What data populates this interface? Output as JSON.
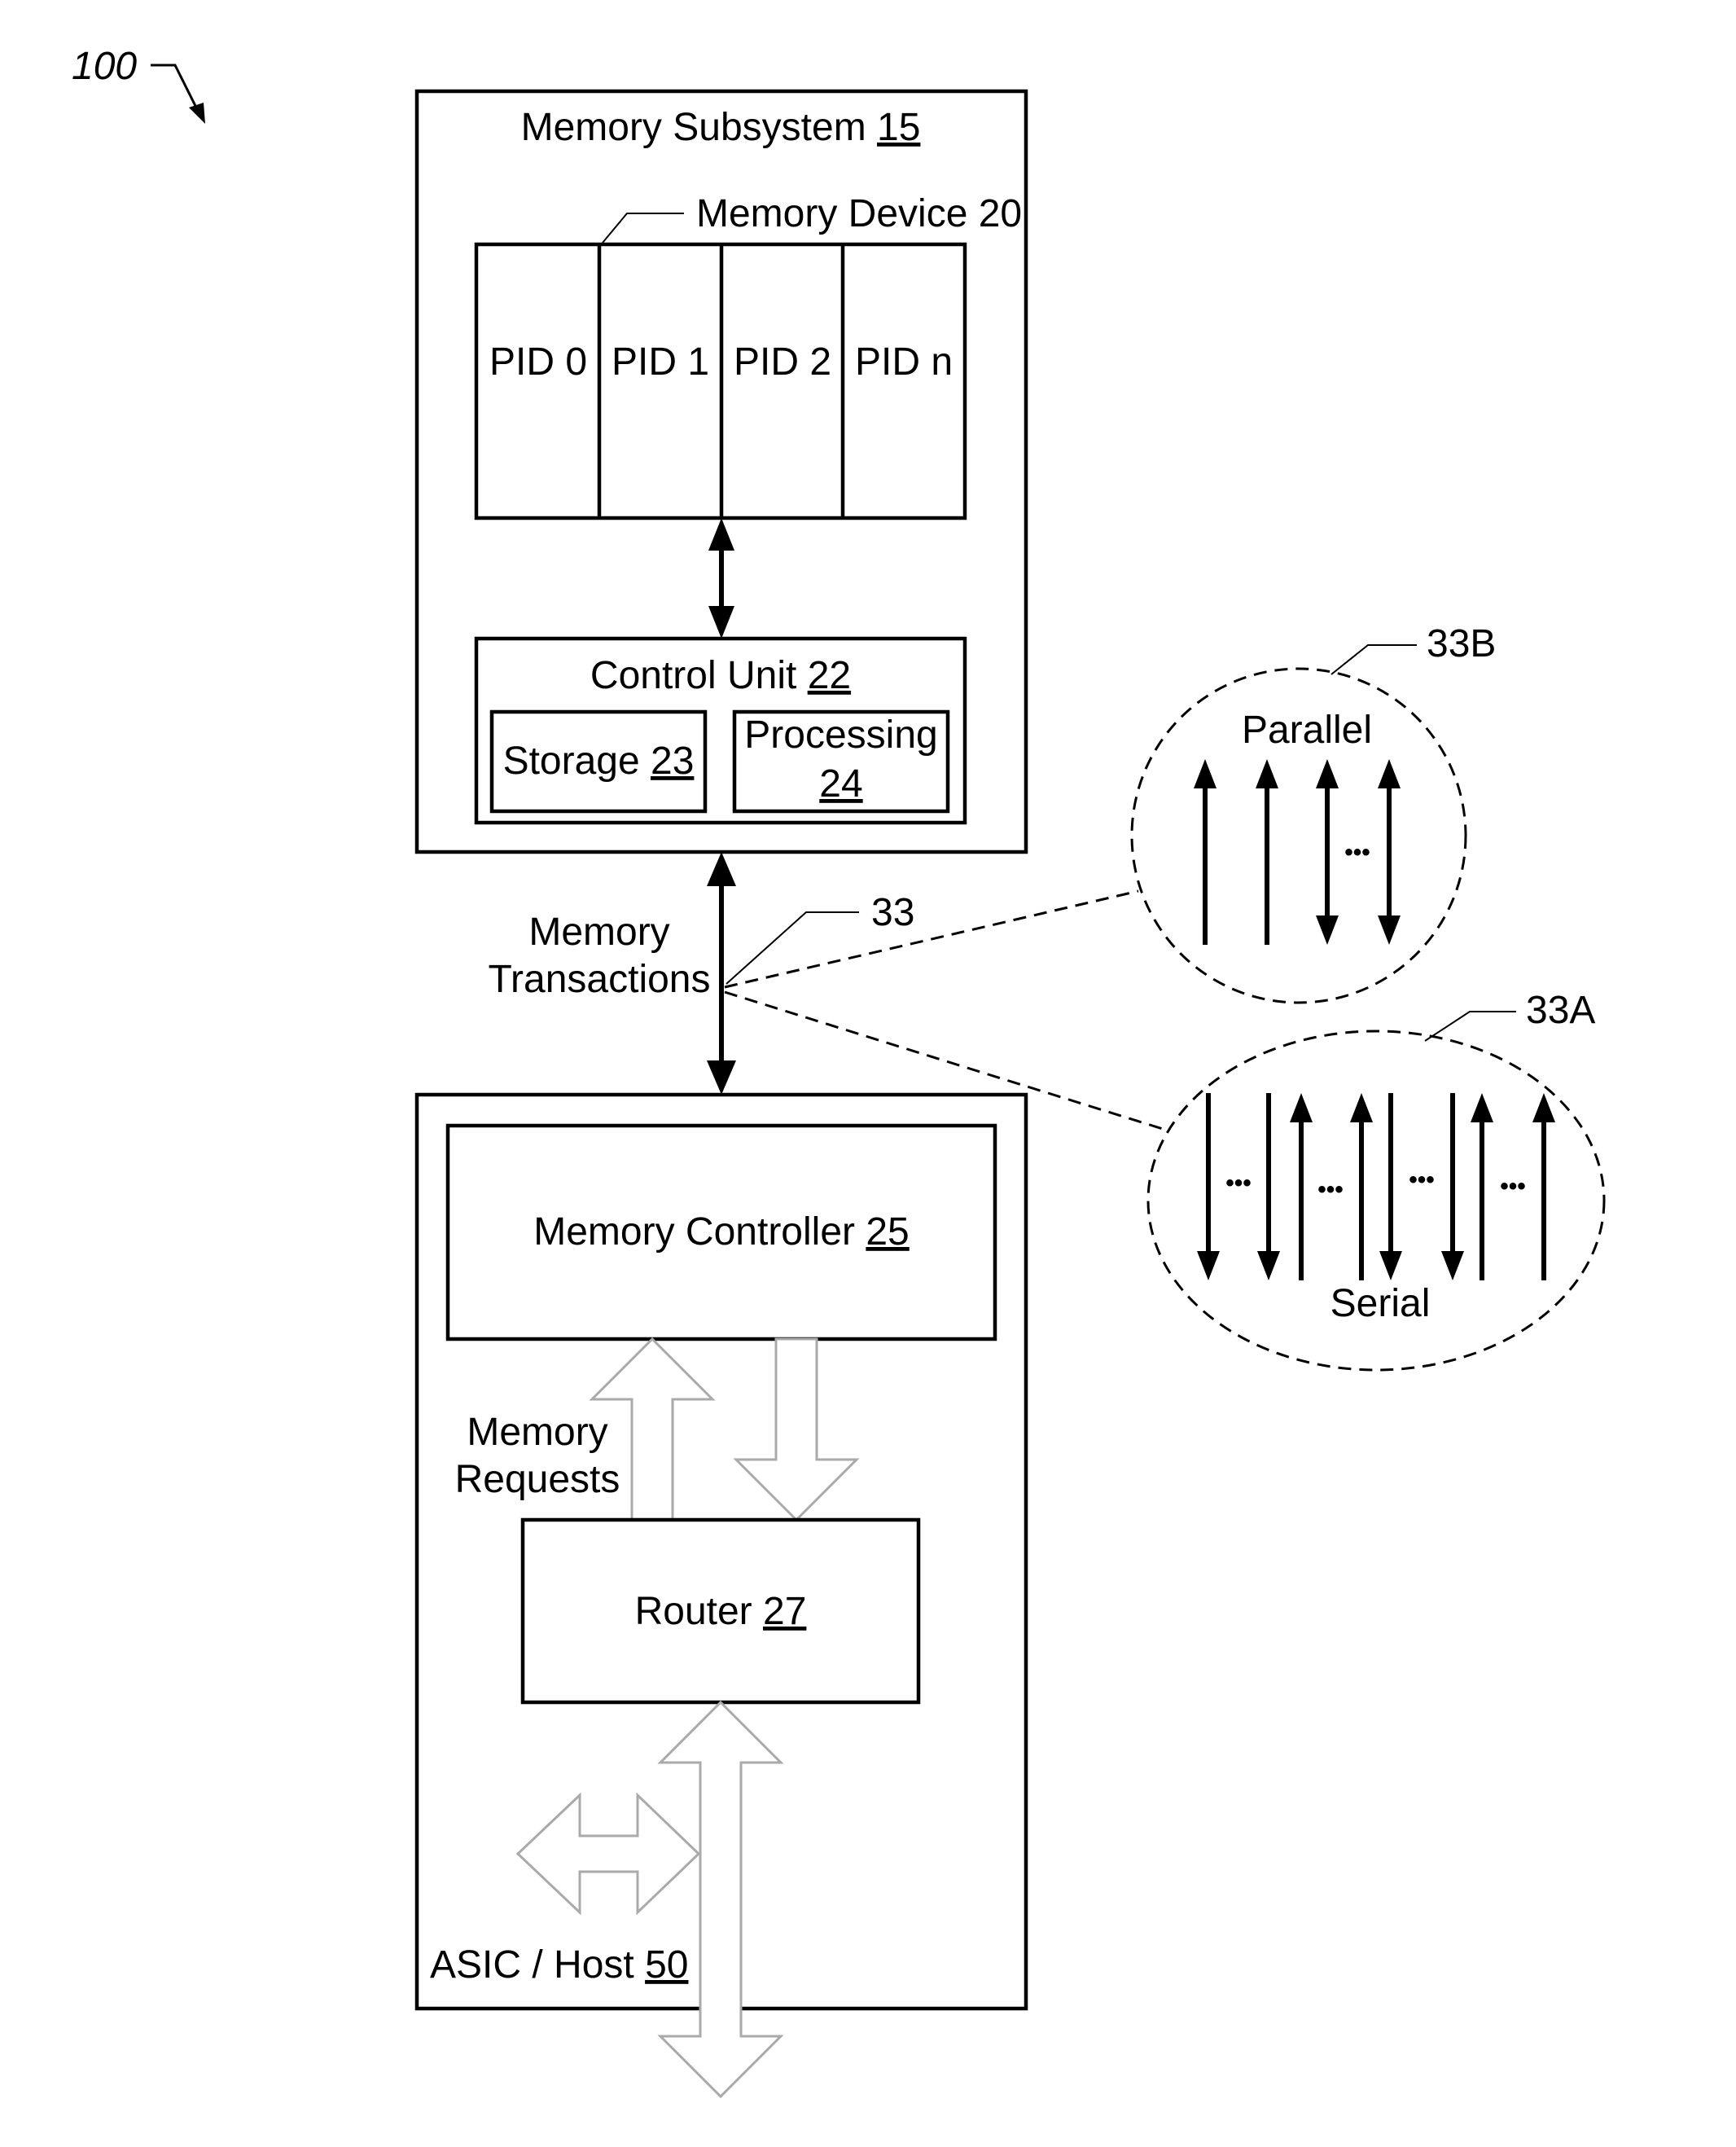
{
  "figure": {
    "ref": "100"
  },
  "memory_subsystem": {
    "label": "Memory Subsystem",
    "num": "15"
  },
  "memory_device": {
    "label": "Memory Device 20",
    "partitions": [
      "PID 0",
      "PID 1",
      "PID 2",
      "PID n"
    ]
  },
  "control_unit": {
    "label": "Control Unit",
    "num": "22"
  },
  "storage": {
    "label": "Storage",
    "num": "23"
  },
  "processing": {
    "label": "Processing",
    "num": "24"
  },
  "bus": {
    "label_line1": "Memory",
    "label_line2": "Transactions",
    "ref": "33"
  },
  "parallel": {
    "label": "Parallel",
    "ref": "33B",
    "dots": "•••"
  },
  "serial": {
    "label": "Serial",
    "ref": "33A",
    "dots": "•••"
  },
  "memory_controller": {
    "label": "Memory Controller",
    "num": "25"
  },
  "memory_requests": {
    "line1": "Memory",
    "line2": "Requests"
  },
  "router": {
    "label": "Router",
    "num": "27"
  },
  "asic_host": {
    "label": "ASIC / Host",
    "num": "50"
  }
}
